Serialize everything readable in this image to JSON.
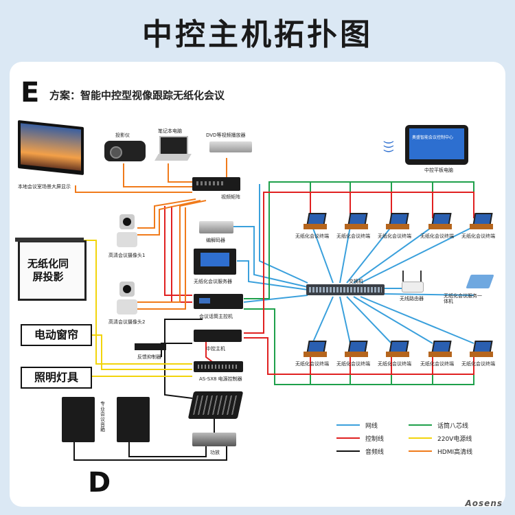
{
  "title": "中控主机拓扑图",
  "letter_top": "E",
  "letter_bottom": "D",
  "scheme": "方案：智能中控型视像跟踪无纸化会议",
  "devices": {
    "big_screen": "本地会议室场景大屏显示",
    "projector": "投影仪",
    "laptop": "笔记本电脑",
    "dvd": "DVD等视频播放器",
    "tablet": "中控平板电脑",
    "tablet_screen": "奥盛智能会议控制中心",
    "matrix": "视频矩阵",
    "decoder": "编解码器",
    "server": "无纸化会议服务器",
    "camera1": "高清会议摄像头1",
    "camera2": "高清会议摄像头2",
    "mic_host": "会议话筒主控机",
    "central": "中控主机",
    "feedback": "反馈抑制器",
    "power_ctrl": "AS-SX8 电源控制器",
    "mixer": "",
    "amp": "功放",
    "speaker": "专业会议音箱",
    "switch": "交换机",
    "router": "无线路由器",
    "kiosk": "无纸化会议服务一体机",
    "terminal": "无纸化会议终端"
  },
  "side_boxes": {
    "paperless_projection": "无纸化同屏投影",
    "curtain": "电动窗帘",
    "lighting": "照明灯具"
  },
  "legend": [
    {
      "label": "网线",
      "color": "#3aa0dc"
    },
    {
      "label": "控制线",
      "color": "#e02020"
    },
    {
      "label": "音频线",
      "color": "#111111"
    },
    {
      "label": "话筒八芯线",
      "color": "#1ea04a"
    },
    {
      "label": "220V电源线",
      "color": "#f2d40a"
    },
    {
      "label": "HDMI高清线",
      "color": "#f07a1a"
    }
  ],
  "brand": "Aosens"
}
